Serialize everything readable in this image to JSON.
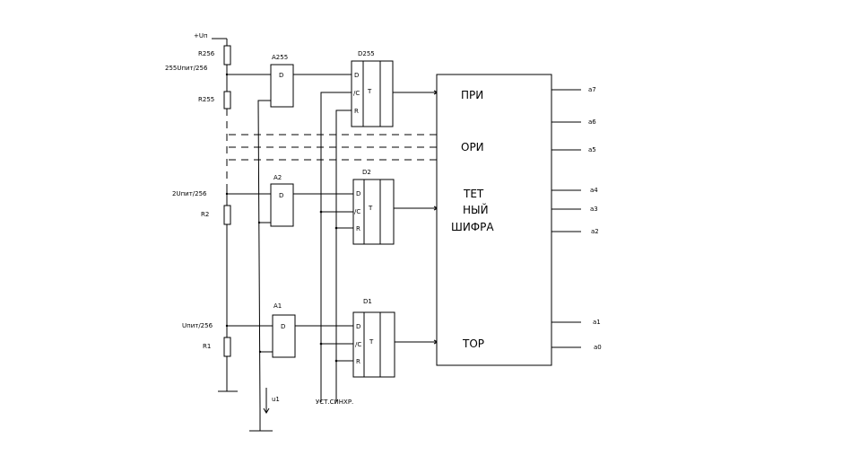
{
  "labels": {
    "vplus": "+Uп",
    "r256": "R256",
    "u255": "255Uпит/256",
    "r255": "R255",
    "a255": "A255",
    "d255": "D255",
    "u2": "2Uпит/256",
    "r2": "R2",
    "a2": "A2",
    "d2": "D2",
    "u1": "Uпит/256",
    "r1": "R1",
    "a1": "A1",
    "d1": "D1",
    "vin": "u1",
    "sync": "УСТ.СИНХР."
  },
  "pins": {
    "d": "D",
    "c": "/C",
    "r": "R",
    "t": "T"
  },
  "encoder": {
    "line1": "ПРИ",
    "line2": "ОРИ",
    "line3": "ТЕТ",
    "line4": "НЫЙ",
    "line5": "ШИФРА",
    "line6": "ТОР"
  },
  "outputs": [
    "a7",
    "a6",
    "a5",
    "a4",
    "a3",
    "a2",
    "a1",
    "a0"
  ]
}
